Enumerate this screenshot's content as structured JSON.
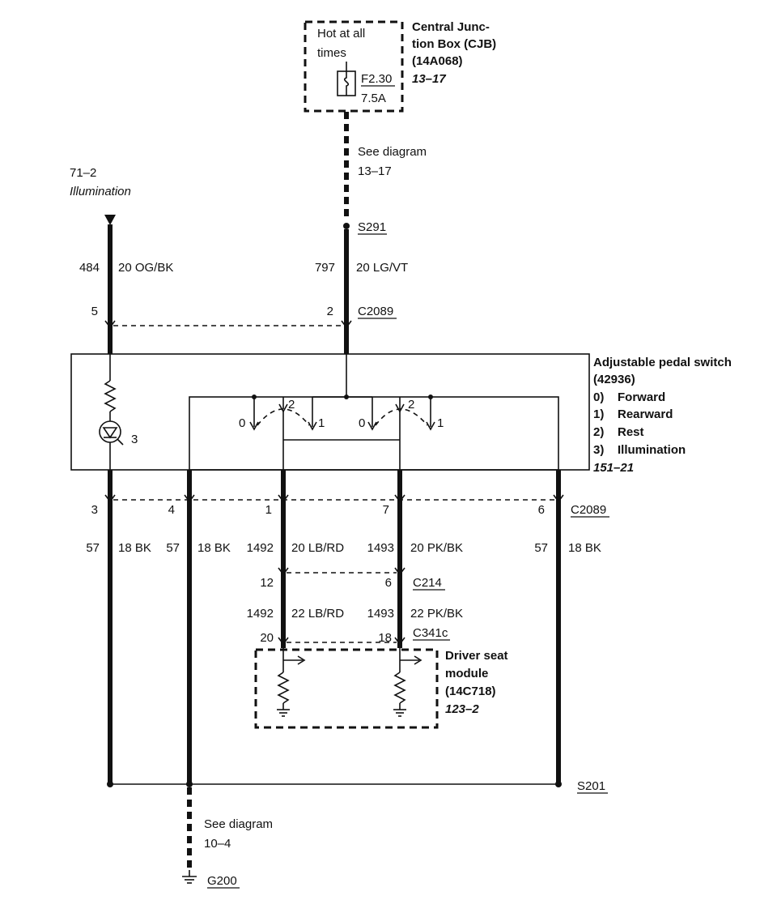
{
  "cjb": {
    "title_lines": [
      "Central Junc-",
      "tion Box (CJB)",
      "(14A068)"
    ],
    "ref": "13–17",
    "hot_lines": [
      "Hot at all",
      "times"
    ],
    "fuse_id": "F2.30",
    "fuse_rating": "7.5A"
  },
  "see_diagram_top": {
    "label": "See diagram",
    "ref": "13–17"
  },
  "illumination_ref": {
    "ref": "71–2",
    "label": "Illumination"
  },
  "splice_s291": "S291",
  "circuits_top": [
    {
      "circuit": "484",
      "wire": "20 OG/BK"
    },
    {
      "circuit": "797",
      "wire": "20 LG/VT"
    }
  ],
  "connector_c2089_top": {
    "name": "C2089",
    "pins": [
      "5",
      "2"
    ]
  },
  "pedal_switch": {
    "title_lines": [
      "Adjustable pedal switch",
      "(42936)"
    ],
    "legend": [
      {
        "num": "0)",
        "label": "Forward"
      },
      {
        "num": "1)",
        "label": "Rearward"
      },
      {
        "num": "2)",
        "label": "Rest"
      },
      {
        "num": "3)",
        "label": "Illumination"
      }
    ],
    "ref": "151–21",
    "contact_labels": [
      "0",
      "2",
      "1",
      "0",
      "2",
      "1"
    ],
    "lamp_label": "3"
  },
  "connector_c2089_bottom": {
    "name": "C2089",
    "pins": [
      "3",
      "4",
      "1",
      "7",
      "6"
    ]
  },
  "circuits_mid": [
    {
      "circuit": "57",
      "wire": "18 BK"
    },
    {
      "circuit": "57",
      "wire": "18 BK"
    },
    {
      "circuit": "1492",
      "wire": "20 LB/RD"
    },
    {
      "circuit": "1493",
      "wire": "20 PK/BK"
    },
    {
      "circuit": "57",
      "wire": "18 BK"
    }
  ],
  "connector_c214": {
    "name": "C214",
    "pins": [
      "12",
      "6"
    ]
  },
  "circuits_low": [
    {
      "circuit": "1492",
      "wire": "22 LB/RD"
    },
    {
      "circuit": "1493",
      "wire": "22 PK/BK"
    }
  ],
  "connector_c341c": {
    "name": "C341c",
    "pins": [
      "20",
      "18"
    ]
  },
  "driver_seat_module": {
    "title_lines": [
      "Driver seat",
      "module",
      "(14C718)"
    ],
    "ref": "123–2"
  },
  "splice_s201": "S201",
  "see_diagram_bottom": {
    "label": "See diagram",
    "ref": "10–4"
  },
  "ground": "G200"
}
